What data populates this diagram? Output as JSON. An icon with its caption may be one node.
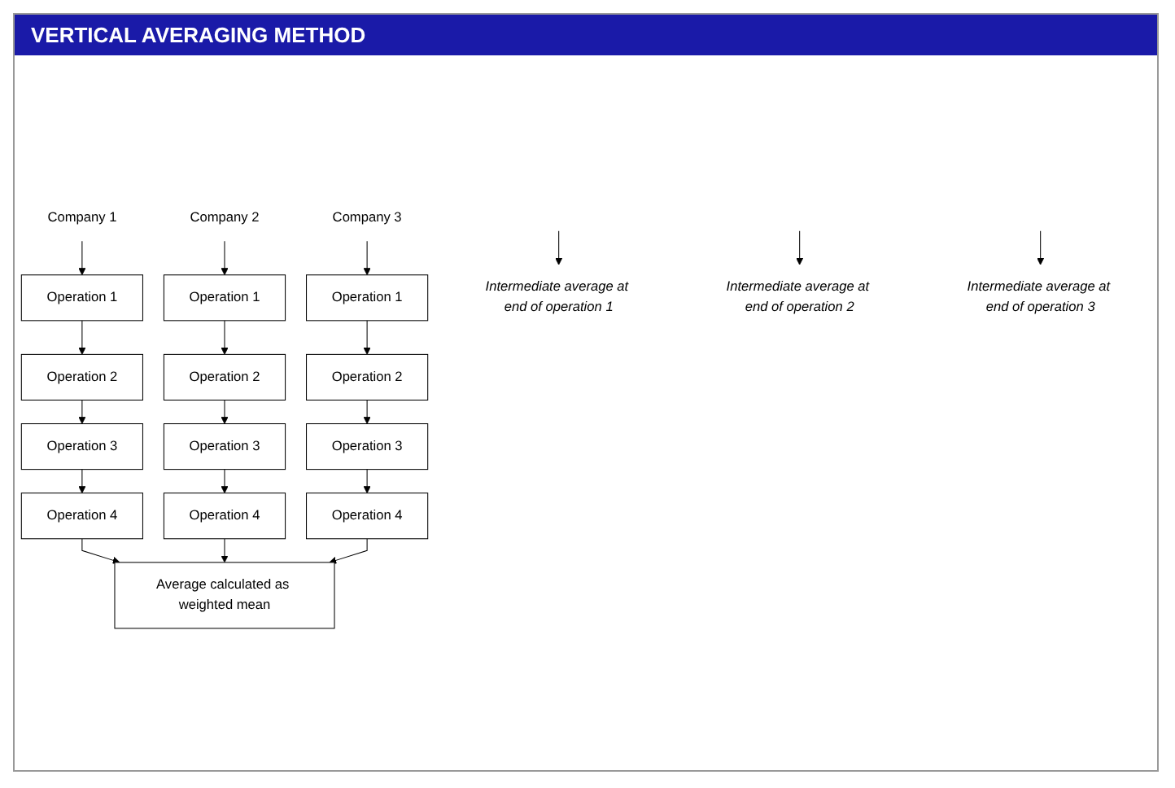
{
  "diagram": {
    "title": "VERTICAL AVERAGING METHOD",
    "nodes": [
      {
        "text": [
          "Company 1"
        ]
      },
      {
        "text": [
          "Company 2"
        ]
      },
      {
        "text": [
          "Company 3"
        ]
      },
      {
        "text": [
          "Operation 1"
        ]
      },
      {
        "text": [
          "Operation 1"
        ]
      },
      {
        "text": [
          "Operation 1"
        ]
      },
      {
        "text": [
          "Intermediate average at end of operation 1"
        ]
      },
      {
        "text": [
          "Operation 2"
        ]
      },
      {
        "text": [
          "Operation 2"
        ]
      },
      {
        "text": [
          "Operation 2"
        ]
      },
      {
        "text": [
          "Intermediate average at end of operation 2"
        ]
      },
      {
        "text": [
          "Operation 3"
        ]
      },
      {
        "text": [
          "Operation 3"
        ]
      },
      {
        "text": [
          "Operation 3"
        ]
      },
      {
        "text": [
          "Intermediate average at end of operation 3"
        ]
      },
      {
        "text": [
          "Operation 4"
        ]
      },
      {
        "text": [
          "Operation 4"
        ]
      },
      {
        "text": [
          "Operation 4"
        ]
      },
      {
        "text": [
          "Average calculated as weighted mean"
        ]
      }
    ],
    "edges": [
      {
        "from": 0,
        "to": 3,
        "arrow": "to"
      },
      {
        "from": 1,
        "to": 4,
        "arrow": "to"
      },
      {
        "from": 2,
        "to": 5,
        "arrow": "to"
      },
      {
        "from": null,
        "to": 6,
        "arrow": "to"
      },
      {
        "from": 3,
        "to": 7,
        "arrow": "to"
      },
      {
        "from": 4,
        "to": 8,
        "arrow": "to"
      },
      {
        "from": 5,
        "to": 9,
        "arrow": "to"
      },
      {
        "from": null,
        "to": 10,
        "arrow": "to"
      },
      {
        "from": 7,
        "to": 11,
        "arrow": "to"
      },
      {
        "from": 8,
        "to": 12,
        "arrow": "to"
      },
      {
        "from": 9,
        "to": 13,
        "arrow": "to"
      },
      {
        "from": null,
        "to": 14,
        "arrow": "to"
      },
      {
        "from": 11,
        "to": 15,
        "arrow": "to"
      },
      {
        "from": 12,
        "to": 16,
        "arrow": "to"
      },
      {
        "from": 13,
        "to": 17,
        "arrow": "to"
      },
      {
        "from": 15,
        "to": 18,
        "arrow": "to"
      },
      {
        "from": 16,
        "to": 18,
        "arrow": "to"
      },
      {
        "from": 17,
        "to": 18,
        "arrow": "to"
      }
    ]
  }
}
